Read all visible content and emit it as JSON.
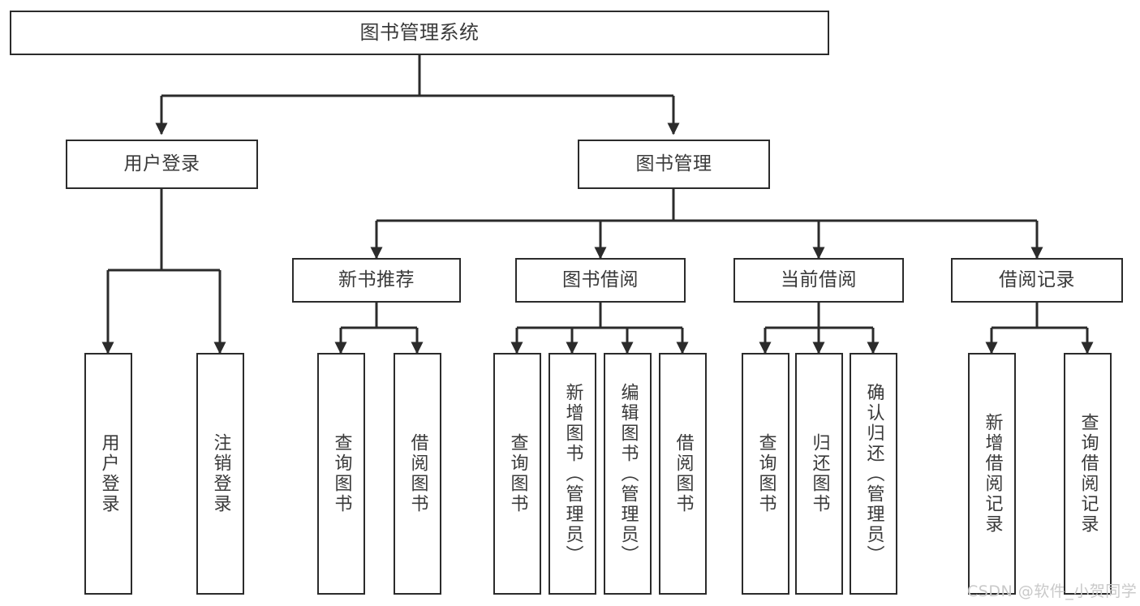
{
  "diagram": {
    "type": "tree-hierarchy",
    "title": "图书管理系统",
    "root": {
      "label": "图书管理系统"
    },
    "level1": [
      {
        "id": "user-login",
        "label": "用户登录"
      },
      {
        "id": "book-manage",
        "label": "图书管理"
      }
    ],
    "level2": [
      {
        "id": "new-book-recommend",
        "label": "新书推荐",
        "parent": "book-manage"
      },
      {
        "id": "book-borrow",
        "label": "图书借阅",
        "parent": "book-manage"
      },
      {
        "id": "current-borrow",
        "label": "当前借阅",
        "parent": "book-manage"
      },
      {
        "id": "borrow-record",
        "label": "借阅记录",
        "parent": "book-manage"
      }
    ],
    "leaves": [
      {
        "id": "leaf-user-login",
        "label": "用户登录",
        "parent": "user-login"
      },
      {
        "id": "leaf-user-logout",
        "label": "注销登录",
        "parent": "user-login"
      },
      {
        "id": "leaf-query-book-1",
        "label": "查询图书",
        "parent": "new-book-recommend"
      },
      {
        "id": "leaf-borrow-book-1",
        "label": "借阅图书",
        "parent": "new-book-recommend"
      },
      {
        "id": "leaf-query-book-2",
        "label": "查询图书",
        "parent": "book-borrow"
      },
      {
        "id": "leaf-add-book",
        "label": "新增图书（管理员）",
        "parent": "book-borrow"
      },
      {
        "id": "leaf-edit-book",
        "label": "编辑图书（管理员）",
        "parent": "book-borrow"
      },
      {
        "id": "leaf-borrow-book-2",
        "label": "借阅图书",
        "parent": "book-borrow"
      },
      {
        "id": "leaf-query-book-3",
        "label": "查询图书",
        "parent": "current-borrow"
      },
      {
        "id": "leaf-return-book",
        "label": "归还图书",
        "parent": "current-borrow"
      },
      {
        "id": "leaf-confirm-return",
        "label": "确认归还（管理员）",
        "parent": "current-borrow"
      },
      {
        "id": "leaf-add-record",
        "label": "新增借阅记录",
        "parent": "borrow-record"
      },
      {
        "id": "leaf-query-record",
        "label": "查询借阅记录",
        "parent": "borrow-record"
      }
    ]
  },
  "watermark": {
    "text": "CSDN @软件_小贺同学"
  },
  "colors": {
    "stroke": "#2b2b2b",
    "text": "#3a3a3a",
    "background": "#ffffff",
    "watermark": "#c9c9c9"
  }
}
